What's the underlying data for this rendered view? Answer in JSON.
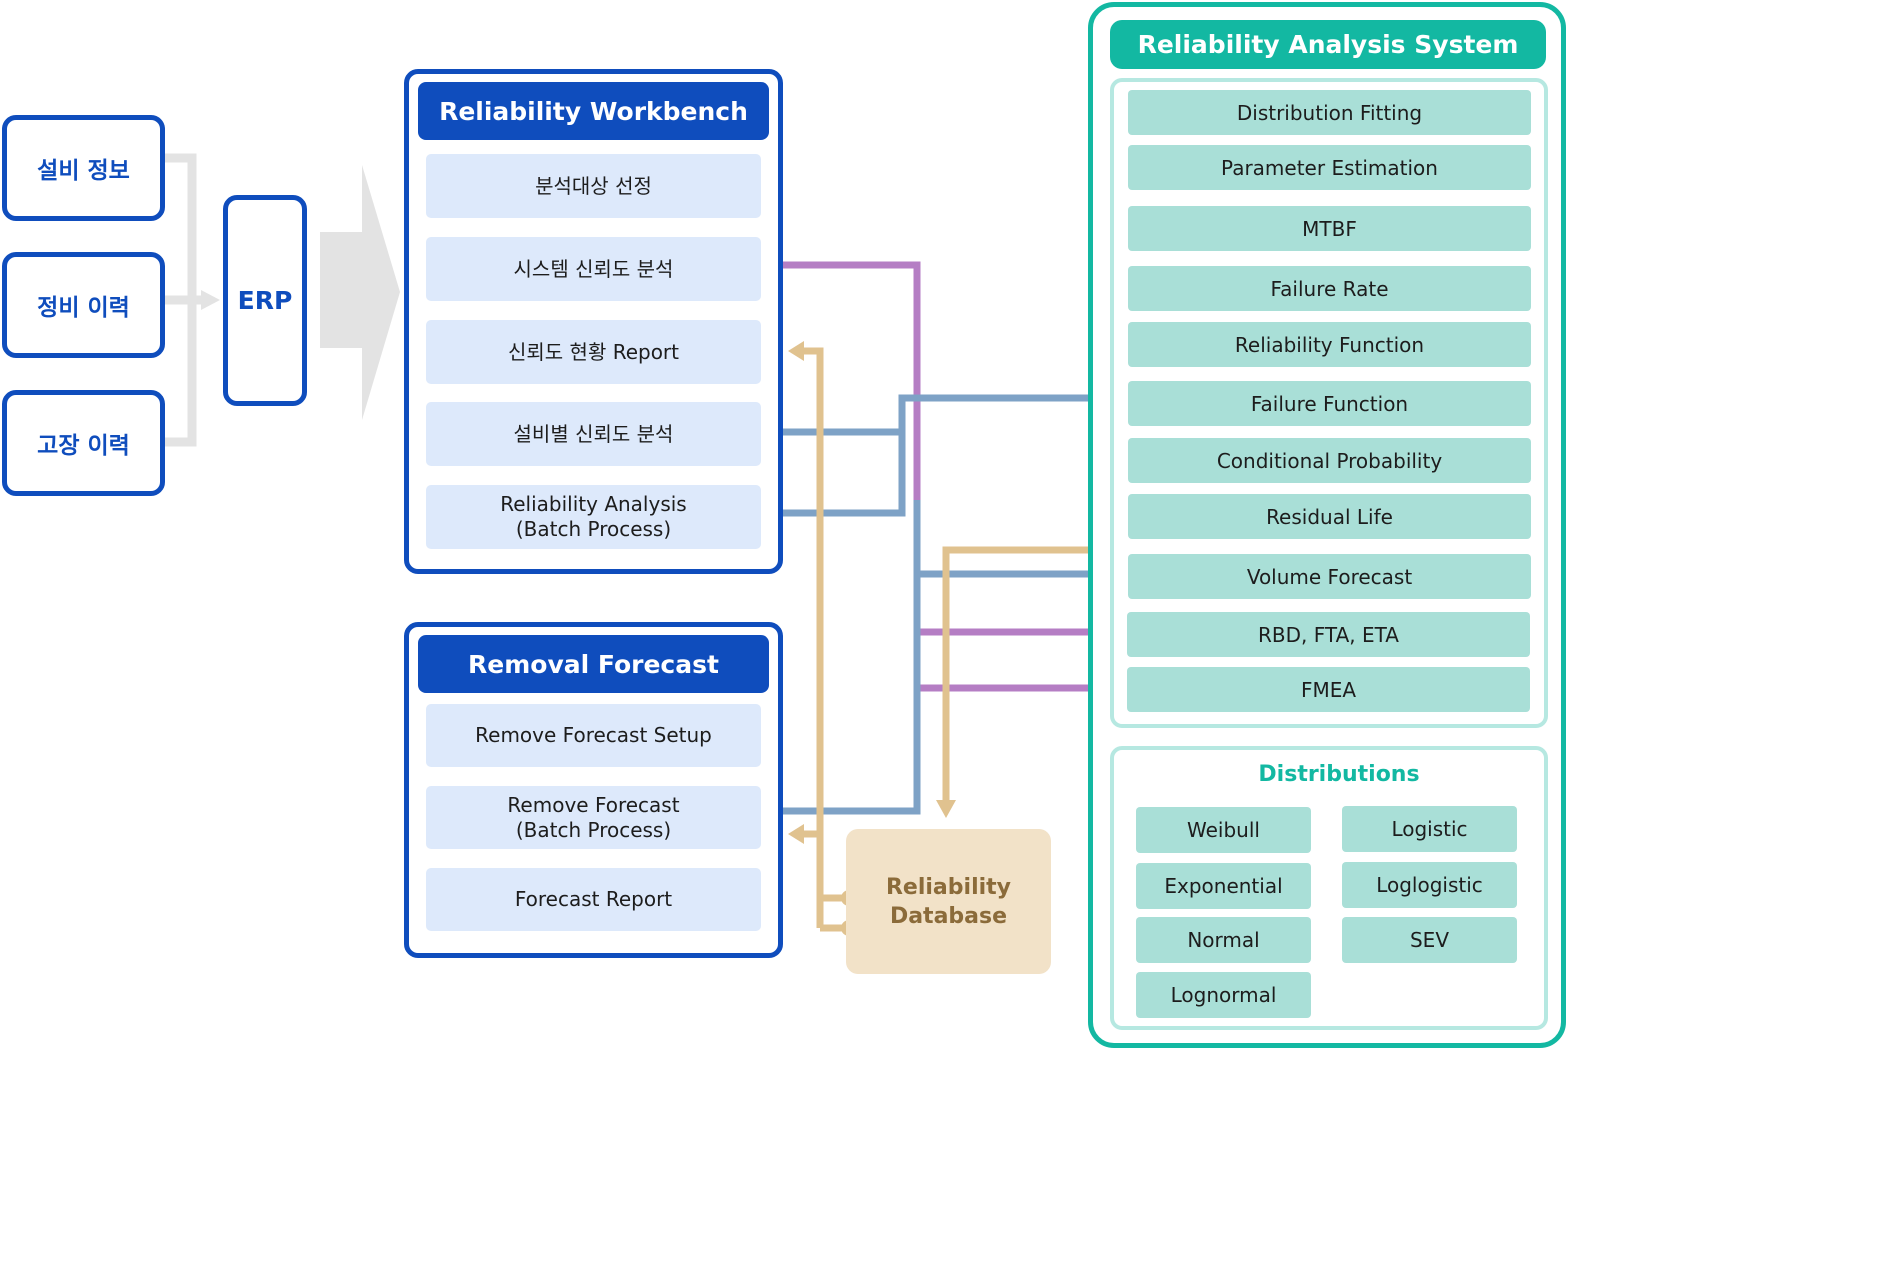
{
  "sources": [
    {
      "label": "설비 정보"
    },
    {
      "label": "정비 이력"
    },
    {
      "label": "고장 이력"
    }
  ],
  "erp": {
    "label": "ERP"
  },
  "workbench": {
    "title": "Reliability Workbench",
    "items": [
      {
        "label": "분석대상 선정"
      },
      {
        "label": "시스템 신뢰도 분석"
      },
      {
        "label": "신뢰도 현황 Report"
      },
      {
        "label": "설비별 신뢰도 분석"
      },
      {
        "label": "Reliability Analysis\n(Batch Process)"
      }
    ]
  },
  "removal": {
    "title": "Removal Forecast",
    "items": [
      {
        "label": "Remove Forecast Setup"
      },
      {
        "label": "Remove Forecast\n(Batch Process)"
      },
      {
        "label": "Forecast Report"
      }
    ]
  },
  "database": {
    "label": "Reliability\nDatabase"
  },
  "ras": {
    "title": "Reliability Analysis System",
    "functions": [
      {
        "label": "Distribution Fitting"
      },
      {
        "label": "Parameter Estimation"
      },
      {
        "label": "MTBF"
      },
      {
        "label": "Failure Rate"
      },
      {
        "label": "Reliability Function"
      },
      {
        "label": "Failure Function"
      },
      {
        "label": "Conditional Probability"
      },
      {
        "label": "Residual Life"
      },
      {
        "label": "Volume Forecast"
      },
      {
        "label": "RBD, FTA, ETA"
      },
      {
        "label": "FMEA"
      }
    ],
    "distributions": {
      "title": "Distributions",
      "items": [
        {
          "label": "Weibull"
        },
        {
          "label": "Logistic"
        },
        {
          "label": "Exponential"
        },
        {
          "label": "Loglogistic"
        },
        {
          "label": "Normal"
        },
        {
          "label": "SEV"
        },
        {
          "label": "Lognormal"
        }
      ]
    }
  },
  "colors": {
    "blue": "#0f4dbd",
    "teal": "#13b8a2",
    "light_blue": "#dde9fb",
    "light_teal": "#a9dfd7",
    "purple_link": "#b57ec4",
    "steel_link": "#7ea2c6",
    "tan_link": "#e0c28f",
    "db_fill": "#f2e2c8",
    "gray_arrow": "#e3e3e3"
  }
}
